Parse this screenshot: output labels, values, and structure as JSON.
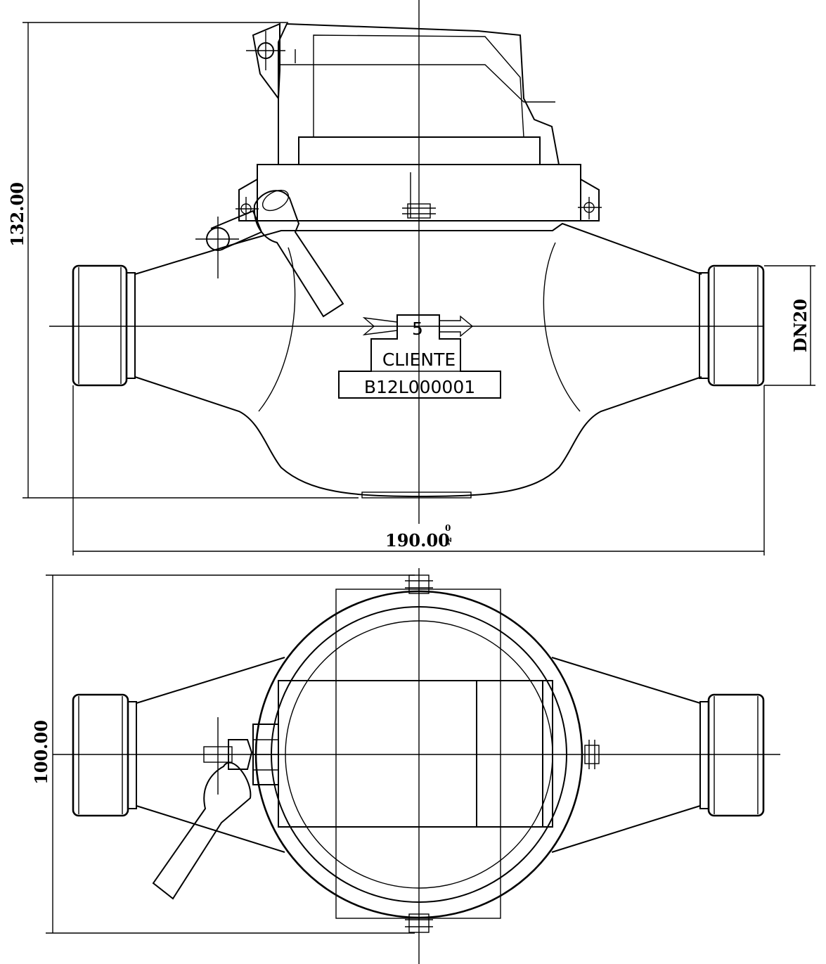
{
  "drawing": {
    "dimensions": {
      "height": "132.00",
      "length": "190.00",
      "length_tolerance_upper": "0",
      "length_tolerance_lower": "-2",
      "width": "100.00",
      "nominal_diameter": "DN20"
    },
    "nameplate": {
      "flow_label": "5",
      "client": "CLIENTE",
      "serial": "B12L000001"
    }
  }
}
